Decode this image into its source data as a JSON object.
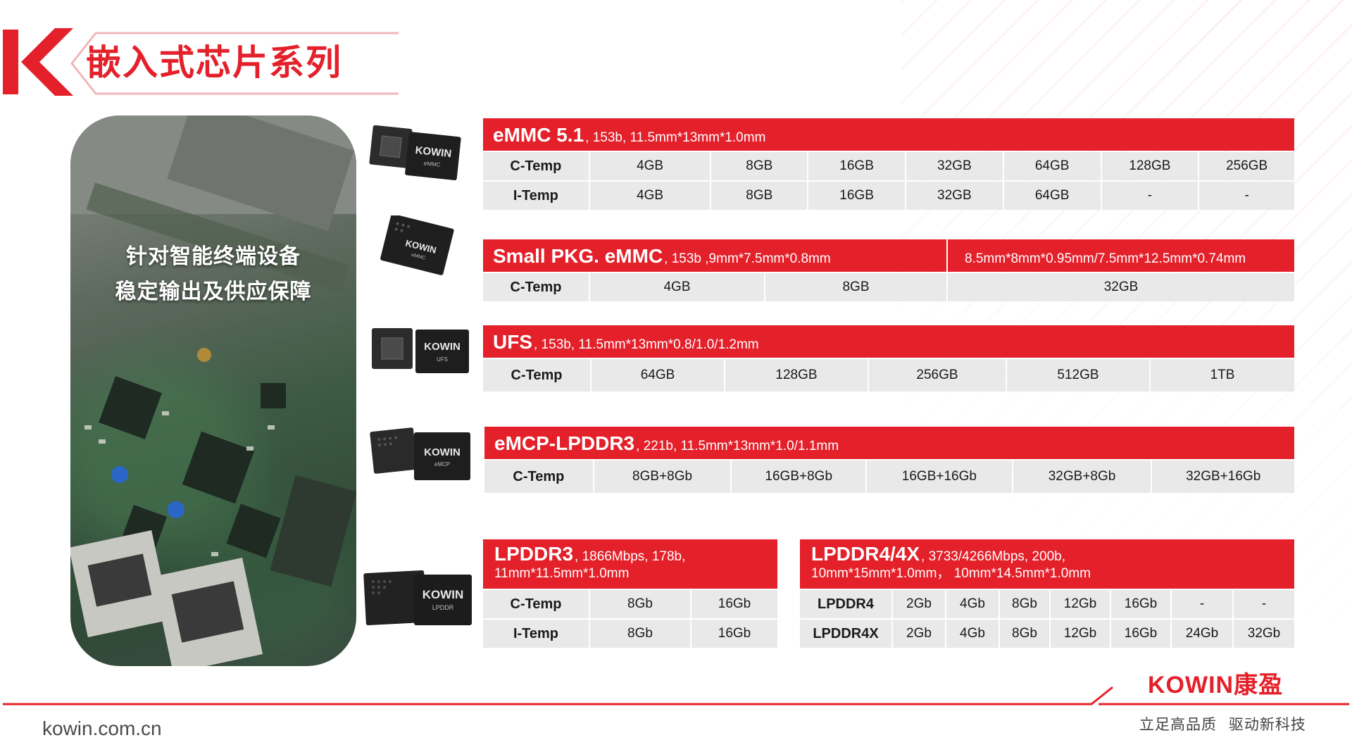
{
  "header": {
    "title": "嵌入式芯片系列"
  },
  "photo": {
    "caption_line1": "针对智能终端设备",
    "caption_line2": "稳定输出及供应保障"
  },
  "chips": {
    "brand": "KOWIN",
    "emmc_sub": "eMMC",
    "ufs_sub": "UFS",
    "emcp_sub": "eMCP",
    "lpddr_sub": "LPDDR"
  },
  "emmc51": {
    "name": "eMMC 5.1",
    "desc": ", 153b, 11.5mm*13mm*1.0mm",
    "rows": [
      {
        "label": "C-Temp",
        "cells": [
          "4GB",
          "8GB",
          "16GB",
          "32GB",
          "64GB",
          "128GB",
          "256GB"
        ]
      },
      {
        "label": "I-Temp",
        "cells": [
          "4GB",
          "8GB",
          "16GB",
          "32GB",
          "64GB",
          "-",
          "-"
        ]
      }
    ]
  },
  "small_emmc": {
    "name": "Small PKG. eMMC",
    "desc": ", 153b ,9mm*7.5mm*0.8mm",
    "desc_right": "8.5mm*8mm*0.95mm/7.5mm*12.5mm*0.74mm",
    "row": {
      "label": "C-Temp",
      "cells": [
        "4GB",
        "8GB",
        "32GB"
      ]
    }
  },
  "ufs": {
    "name": "UFS",
    "desc": " , 153b, 11.5mm*13mm*0.8/1.0/1.2mm",
    "row": {
      "label": "C-Temp",
      "cells": [
        "64GB",
        "128GB",
        "256GB",
        "512GB",
        "1TB"
      ]
    }
  },
  "emcp": {
    "name": "eMCP-LPDDR3",
    "desc": ", 221b, 11.5mm*13mm*1.0/1.1mm",
    "row": {
      "label": "C-Temp",
      "cells": [
        "8GB+8Gb",
        "16GB+8Gb",
        "16GB+16Gb",
        "32GB+8Gb",
        "32GB+16Gb"
      ]
    }
  },
  "lpddr3": {
    "name": "LPDDR3",
    "desc": ", 1866Mbps, 178b,",
    "desc_line2": "11mm*11.5mm*1.0mm",
    "rows": [
      {
        "label": "C-Temp",
        "cells": [
          "8Gb",
          "16Gb"
        ]
      },
      {
        "label": "I-Temp",
        "cells": [
          "8Gb",
          "16Gb"
        ]
      }
    ]
  },
  "lpddr4": {
    "name": "LPDDR4/4X",
    "desc": ", 3733/4266Mbps, 200b,",
    "desc_line2": "10mm*15mm*1.0mm， 10mm*14.5mm*1.0mm",
    "rows": [
      {
        "label": "LPDDR4",
        "cells": [
          "2Gb",
          "4Gb",
          "8Gb",
          "12Gb",
          "16Gb",
          "-",
          "-"
        ]
      },
      {
        "label": "LPDDR4X",
        "cells": [
          "2Gb",
          "4Gb",
          "8Gb",
          "12Gb",
          "16Gb",
          "24Gb",
          "32Gb"
        ]
      }
    ]
  },
  "footer": {
    "url": "kowin.com.cn",
    "brand": "KOWIN康盈",
    "slogan": "立足高品质 驱动新科技"
  },
  "colors": {
    "accent": "#e4202a",
    "cell_bg": "#e9e9e9",
    "text": "#1a1a1a"
  }
}
